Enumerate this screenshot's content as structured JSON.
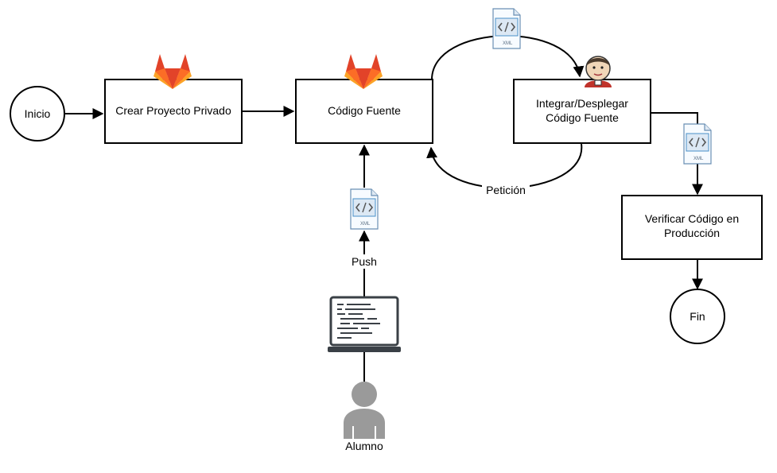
{
  "nodes": {
    "start": "Inicio",
    "create_project": "Crear Proyecto Privado",
    "source_code": "Código Fuente",
    "integrate_line1": "Integrar/Desplegar",
    "integrate_line2": "Código Fuente",
    "verify_line1": "Verificar Código en",
    "verify_line2": "Producción",
    "end": "Fin"
  },
  "edges": {
    "push": "Push",
    "request": "Petición"
  },
  "actor": {
    "label": "Alumno"
  },
  "icons": {
    "xml_caption": "XML",
    "gitlab": "gitlab-fox-icon",
    "jenkins": "jenkins-butler-icon",
    "xml_file": "xml-file-icon",
    "laptop": "laptop-code-icon",
    "person": "person-icon"
  },
  "colors": {
    "gitlab_dark": "#e24329",
    "gitlab_mid": "#fc6d26",
    "gitlab_light": "#fca326",
    "xml_blue": "#4a90c8",
    "jenkins_red": "#c0332b",
    "person_gray": "#9a9a9a",
    "laptop_dark": "#3a4046"
  }
}
